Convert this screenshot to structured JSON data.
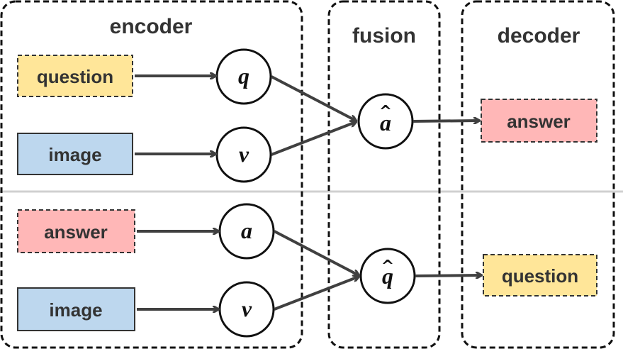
{
  "sections": {
    "encoder": {
      "title": "encoder"
    },
    "fusion": {
      "title": "fusion"
    },
    "decoder": {
      "title": "decoder"
    }
  },
  "inputs": {
    "top": [
      {
        "label": "question",
        "style": "dashed",
        "fill": "#ffe699"
      },
      {
        "label": "image",
        "style": "solid",
        "fill": "#bdd7ee"
      }
    ],
    "bottom": [
      {
        "label": "answer",
        "style": "dashed",
        "fill": "#ffb7b7"
      },
      {
        "label": "image",
        "style": "solid",
        "fill": "#bdd7ee"
      }
    ]
  },
  "nodes": {
    "top": [
      {
        "label": "q"
      },
      {
        "label": "v"
      }
    ],
    "bottom": [
      {
        "label": "a"
      },
      {
        "label": "v"
      }
    ],
    "fusion_top": {
      "label": "a",
      "hat": "^"
    },
    "fusion_bottom": {
      "label": "q",
      "hat": "^"
    }
  },
  "outputs": {
    "top": {
      "label": "answer",
      "fill": "#ffb7b7"
    },
    "bottom": {
      "label": "question",
      "fill": "#ffe699"
    }
  },
  "colors": {
    "arrow": "#404040",
    "divider": "#d0d0d0",
    "frame": "#111111"
  }
}
